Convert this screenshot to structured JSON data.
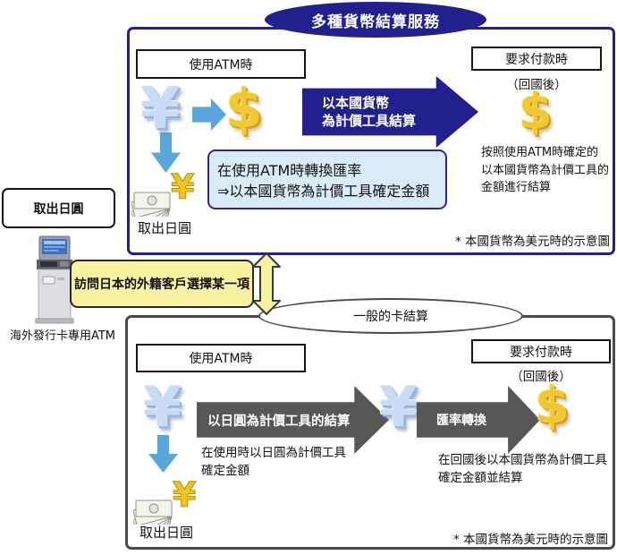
{
  "colors": {
    "navy": "#221f8e",
    "light_blue_arrow": "#5aa7dc",
    "gray_arrow": "#575757",
    "choice_yellow": "#f8f2a2",
    "note_blue": "#d9ecf8"
  },
  "left_panel": {
    "withdraw_box_label": "取出日圓",
    "atm_caption": "海外發行卡專用ATM"
  },
  "connector": {
    "choice_label": "訪問日本的外籍客戶選擇某一項"
  },
  "top_section": {
    "title": "多種貨幣結算服務",
    "atm_time_label": "使用ATM時",
    "payment_time_label": "要求付款時",
    "after_return_label": "（回國後）",
    "main_arrow_lines": [
      "以本國貨幣",
      "為計價工具結算"
    ],
    "note_lines": [
      "在使用ATM時轉換匯率",
      "⇒以本國貨幣為計價工具確定金額"
    ],
    "right_text_lines": [
      "按照使用ATM時確定的",
      "以本國貨幣為計價工具的",
      "金額進行結算"
    ],
    "withdraw_label": "取出日圓",
    "footnote": "* 本國貨幣為美元時的示意圖",
    "yen_symbol": "¥",
    "dollar_symbol": "$"
  },
  "bottom_section": {
    "title": "一般的卡結算",
    "atm_time_label": "使用ATM時",
    "payment_time_label": "要求付款時",
    "after_return_label": "（回國後）",
    "arrow1_label": "以日圓為計價工具的結算",
    "arrow2_label": "匯率轉換",
    "usage_text_lines": [
      "在使用時以日圓為計價工具",
      "確定金額"
    ],
    "return_text_lines": [
      "在回國後以本國貨幣為計價工具",
      "確定金額並結算"
    ],
    "withdraw_label": "取出日圓",
    "footnote": "* 本國貨幣為美元時的示意圖",
    "yen_symbol": "¥",
    "dollar_symbol": "$"
  }
}
